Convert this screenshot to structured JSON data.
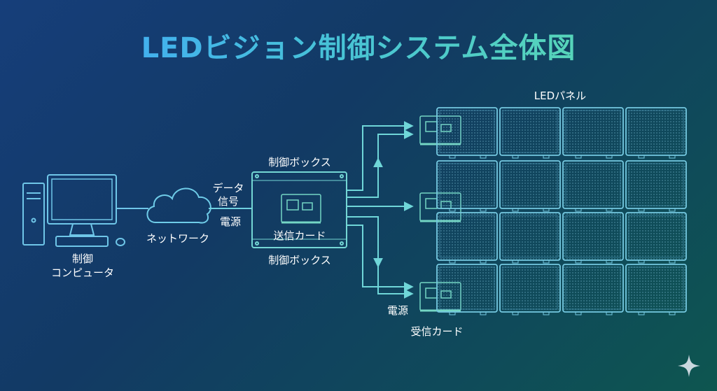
{
  "title": "LEDビジョン制御システム全体図",
  "labels": {
    "computer_line1": "制御",
    "computer_line2": "コンピュータ",
    "network": "ネットワーク",
    "data_line1": "データ",
    "data_line2": "信号",
    "power_left": "電源",
    "control_box_top": "制御ボックス",
    "sending_card": "送信カード",
    "control_box_bottom": "制御ボックス",
    "led_panel": "LEDパネル",
    "power_bottom": "電源",
    "receiving_card": "受信カード"
  },
  "colors": {
    "line": "#6fd0e8",
    "accent_blue": "#3fa3ff",
    "accent_green": "#5fe0a8"
  },
  "icons": [
    "computer-icon",
    "cloud-icon",
    "control-box-icon",
    "card-icon",
    "sparkle-icon"
  ]
}
